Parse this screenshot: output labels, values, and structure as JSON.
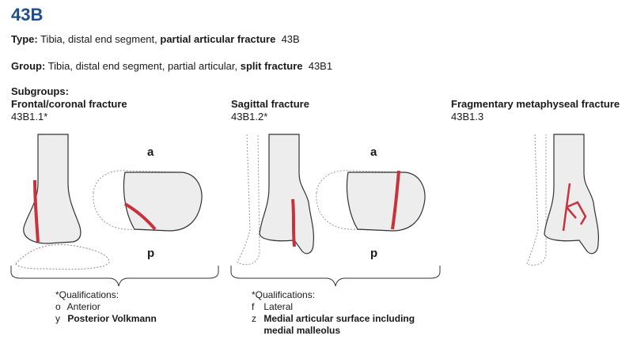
{
  "code": "43B",
  "type_line": {
    "label": "Type:",
    "text": " Tibia, distal end segment, ",
    "bold": "partial articular fracture",
    "code": "43B"
  },
  "group_line": {
    "label": "Group:",
    "text": " Tibia, distal end segment, partial articular, ",
    "bold": "split fracture",
    "code": "43B1"
  },
  "subgroups_label": "Subgroups:",
  "subgroups": [
    {
      "name": "Frontal/coronal fracture",
      "code": "43B1.1*"
    },
    {
      "name": "Sagittal fracture",
      "code": "43B1.2*"
    },
    {
      "name": "Fragmentary metaphyseal fracture",
      "code": "43B1.3"
    }
  ],
  "view_labels": {
    "anterior": "a",
    "posterior": "p"
  },
  "qualifications": [
    {
      "title": "*Qualifications:",
      "items": [
        {
          "key": "o",
          "text": "Anterior",
          "bold": false
        },
        {
          "key": "y",
          "text": "Posterior Volkmann",
          "bold": true
        }
      ]
    },
    {
      "title": "*Qualifications:",
      "items": [
        {
          "key": "f",
          "text": "Lateral",
          "bold": false
        },
        {
          "key": "z",
          "text": "Medial articular surface including",
          "text2": "medial malleolus",
          "bold": true
        }
      ]
    }
  ],
  "colors": {
    "title": "#1f4e8c",
    "fracture": "#c8323c",
    "bone_fill": "#ededed",
    "outline": "#333333"
  }
}
